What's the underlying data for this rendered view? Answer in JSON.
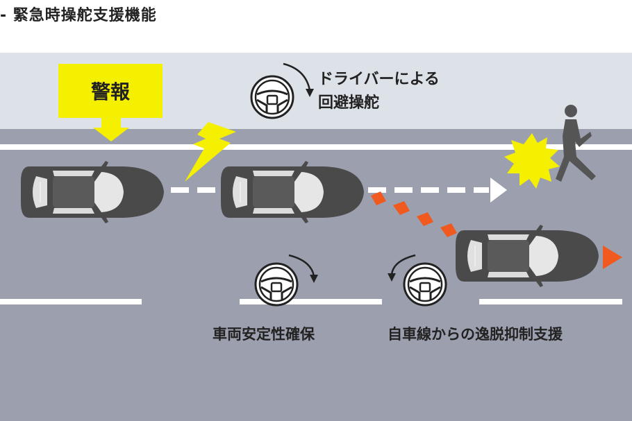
{
  "title": "- 緊急時操舵支援機能",
  "labels": {
    "warning": "警報",
    "driver_steer_line1": "ドライバーによる",
    "driver_steer_line2": "回避操舵",
    "vehicle_stability": "車両安定性確保",
    "lane_departure": "自車線からの逸脱抑制支援"
  },
  "colors": {
    "road": "#9b9fae",
    "sidewalk": "#dde1e8",
    "warning_yellow": "#f5ef00",
    "path_orange": "#f05a1e",
    "car_body": "#4d4d4d"
  }
}
